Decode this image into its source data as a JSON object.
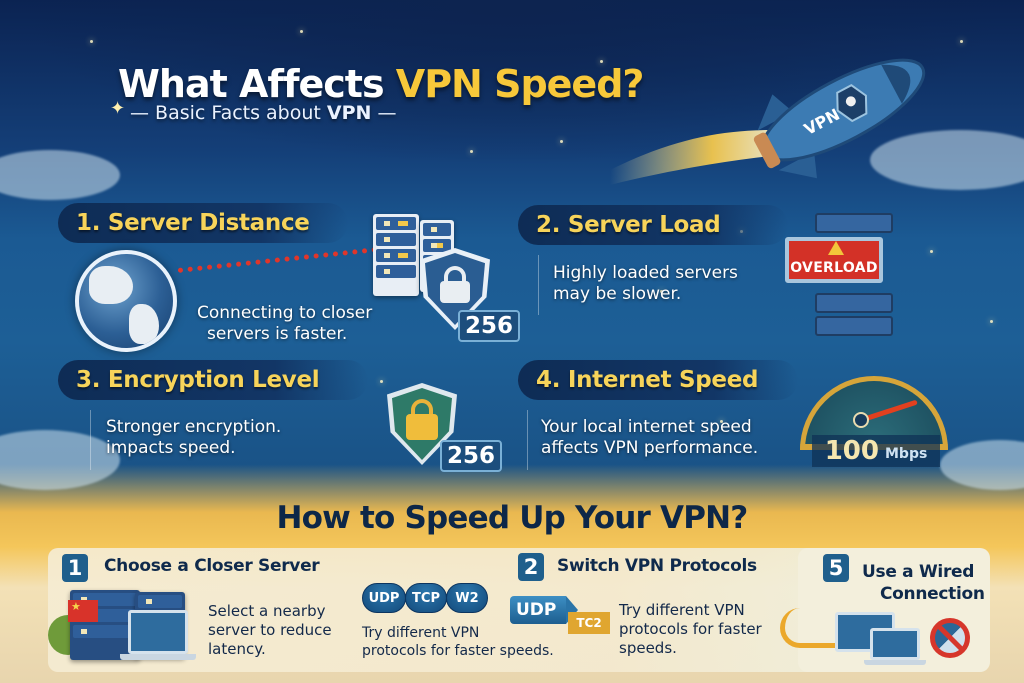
{
  "header": {
    "title_part1": "What Affects ",
    "title_accent": "VPN Speed?",
    "subtitle_prefix": "— Basic Facts about ",
    "subtitle_bold": "VPN",
    "subtitle_suffix": " —"
  },
  "rocket": {
    "label": "VPN",
    "icon": "rocket-icon"
  },
  "factors": [
    {
      "number": "1.",
      "title": "1. Server Distance",
      "description_line1": "Connecting to closer",
      "description_line2": "servers is faster.",
      "badge": "256"
    },
    {
      "number": "2.",
      "title": "2. Server Load",
      "description_line1": "Highly loaded servers",
      "description_line2": "may be slower.",
      "badge": "OVERLOAD"
    },
    {
      "number": "3.",
      "title": "3. Encryption Level",
      "description_line1": "Stronger encryption.",
      "description_line2": "impacts speed.",
      "badge": "256"
    },
    {
      "number": "4.",
      "title": "4. Internet Speed",
      "description_line1": "Your local internet speed",
      "description_line2": "affects VPN performance.",
      "speed_value": "100",
      "speed_unit": "Mbps"
    }
  ],
  "how_to": {
    "title": "How to Speed Up Your VPN?",
    "tips": [
      {
        "number": "1",
        "title": "Choose a Closer Server",
        "description_line1": "Select a nearby",
        "description_line2": "server to reduce",
        "description_line3": "latency."
      },
      {
        "number": "2",
        "title": "Switch VPN Protocols",
        "description_line1": "Try different VPN",
        "description_line2": "protocols for faster",
        "description_line3": "speeds."
      },
      {
        "number": "5",
        "title_line1": "Use a Wired",
        "title_line2": "Connection"
      }
    ],
    "protocol_chips": [
      "UDP",
      "TCP",
      "W2"
    ],
    "protocol_note_line1": "Try different VPN",
    "protocol_note_line2": "protocols for faster speeds.",
    "switch_from": "UDP",
    "switch_to": "TC2"
  },
  "colors": {
    "accent_yellow": "#f7c83a",
    "navy": "#0d2748",
    "alert_red": "#d33127",
    "sky_blue": "#1d5f96"
  }
}
